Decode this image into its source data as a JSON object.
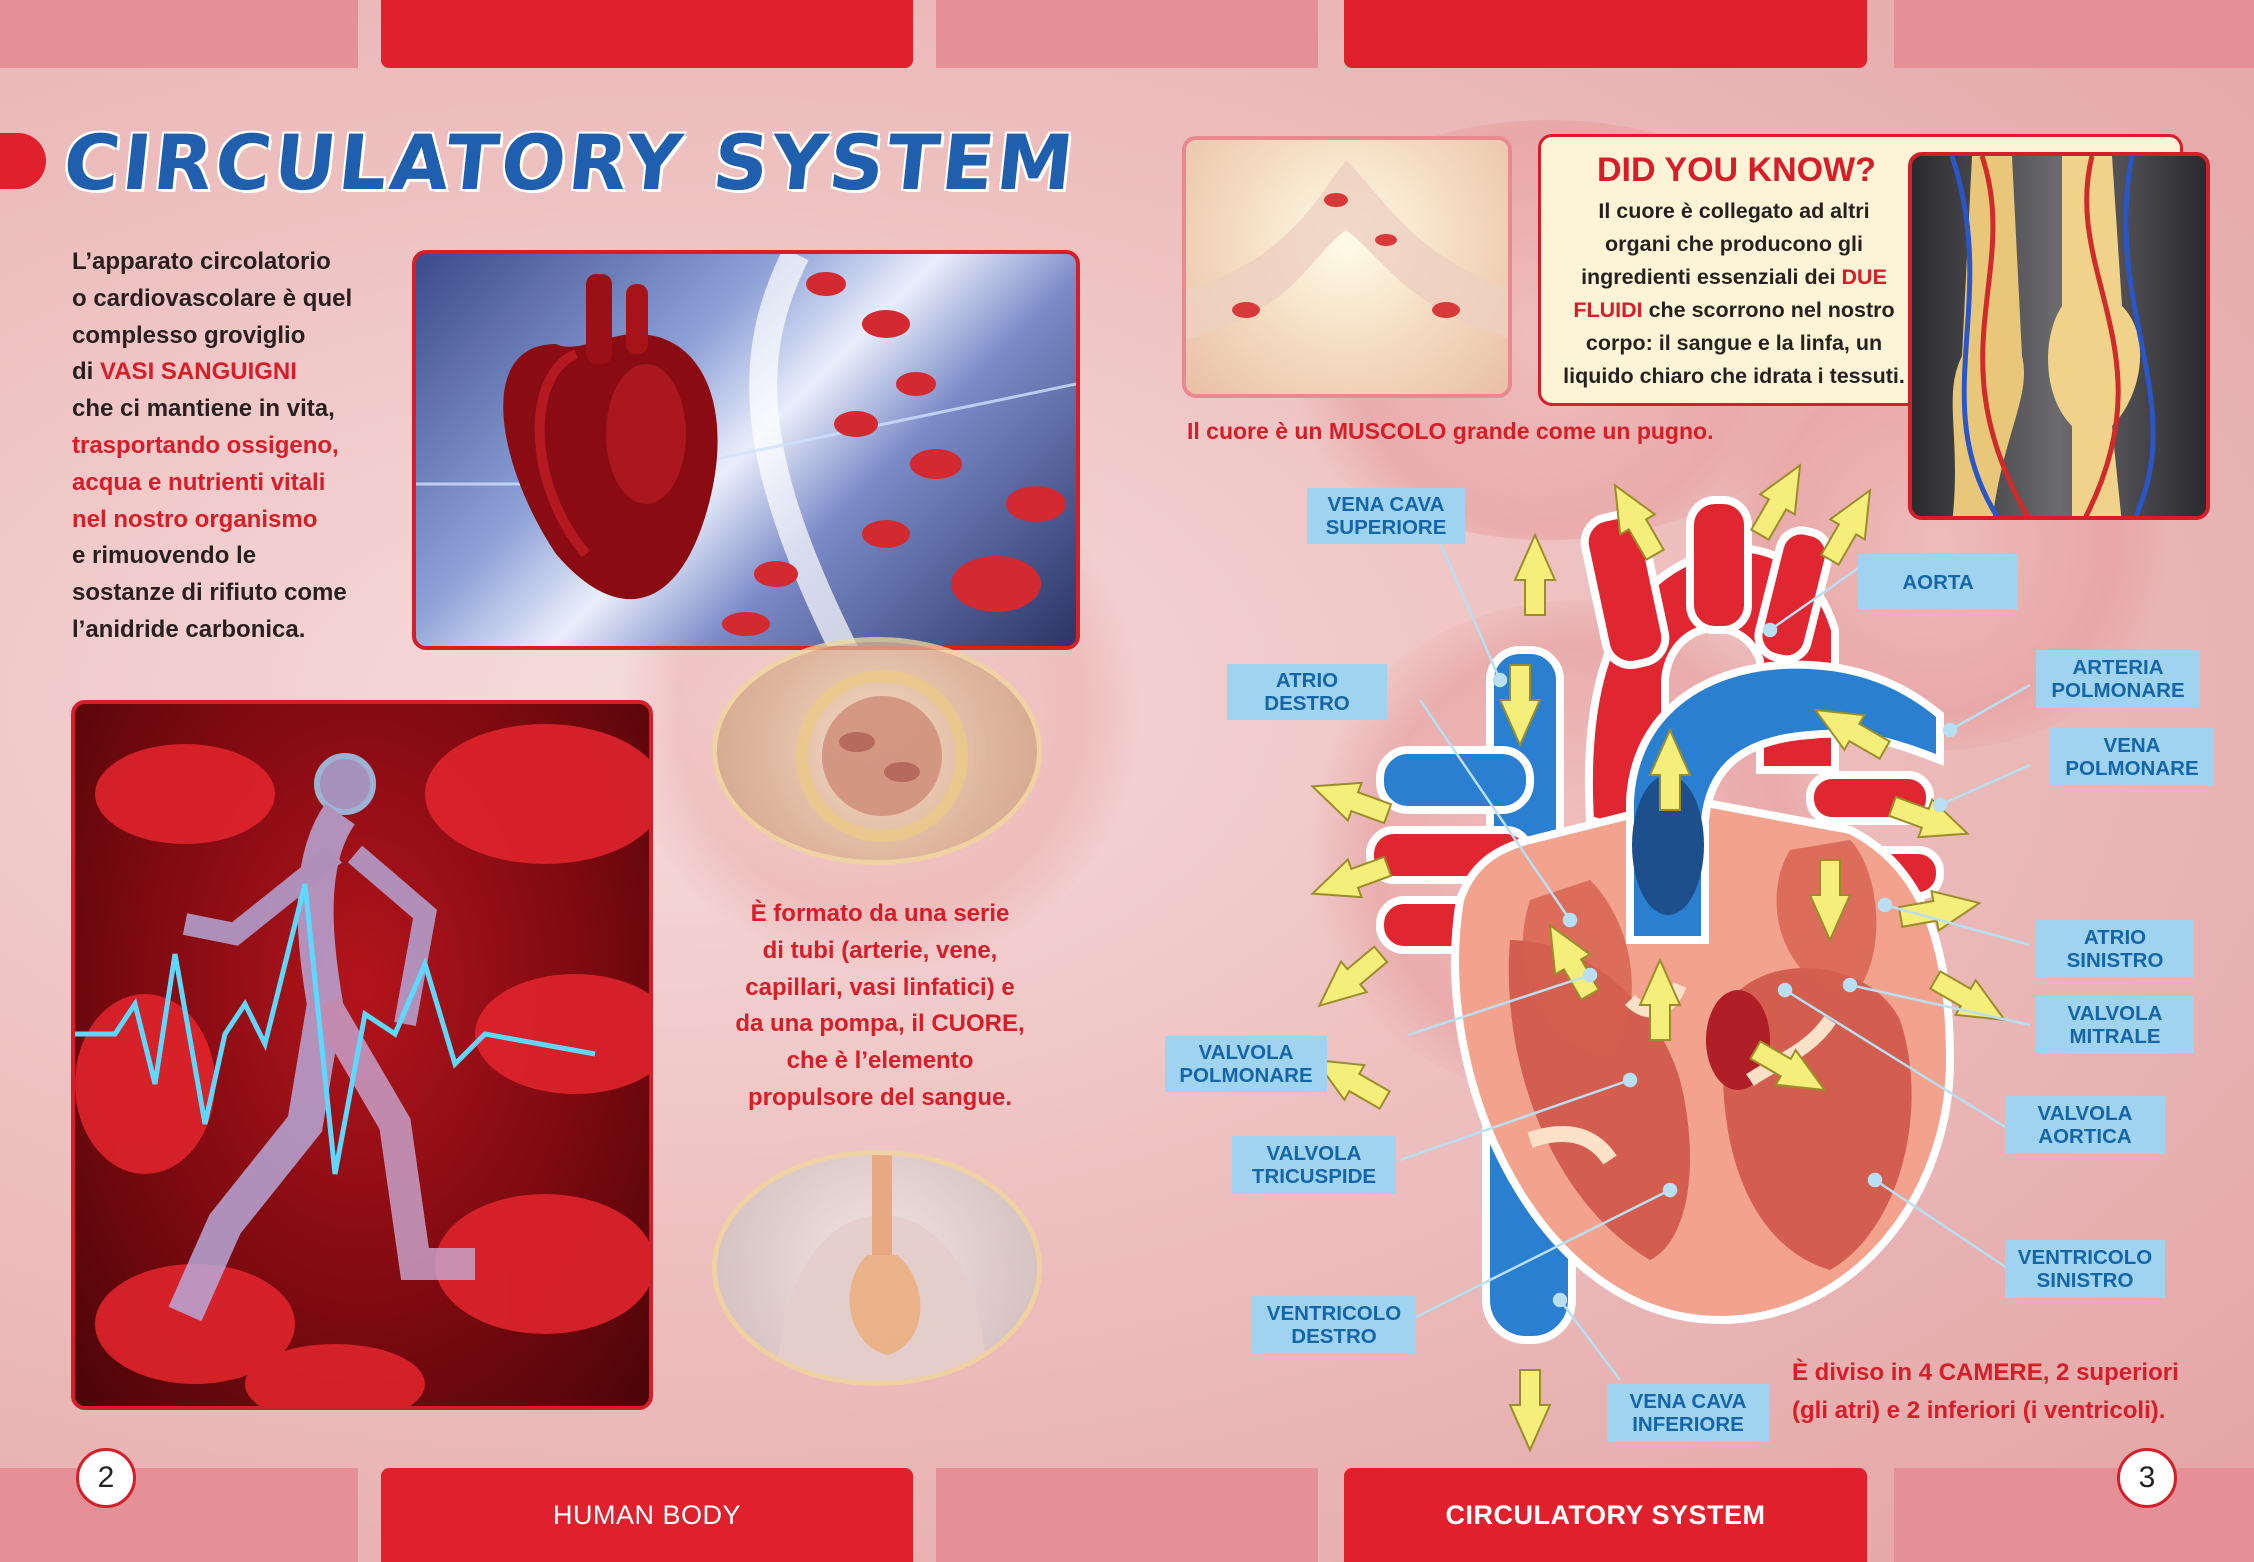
{
  "page": {
    "title": "CIRCULATORY SYSTEM",
    "left_page_number": "2",
    "right_page_number": "3",
    "left_footer": "HUMAN BODY",
    "right_footer": "CIRCULATORY SYSTEM"
  },
  "intro": {
    "line1": "L’apparato circolatorio",
    "line2": "o cardiovascolare è quel",
    "line3": "complesso groviglio",
    "line4_prefix": "di ",
    "line4_highlight": "VASI SANGUIGNI",
    "line5": "che ci mantiene in vita,",
    "line6": "trasportando ossigeno,",
    "line7": "acqua e nutrienti vitali",
    "line8": "nel nostro organismo",
    "line9": "e rimuovendo le",
    "line10": "sostanze di rifiuto come",
    "line11": "l’anidride carbonica."
  },
  "formato": {
    "line1": "È formato da una serie",
    "line2": "di tubi (arterie, vene,",
    "line3": "capillari, vasi linfatici) e",
    "line4": "da una pompa, il CUORE,",
    "line5": "che è l’elemento",
    "line6": "propulsore del sangue."
  },
  "did_you_know": {
    "heading": "DID YOU KNOW?",
    "line1": "Il cuore è collegato ad altri",
    "line2": "organi che producono gli",
    "line3_prefix": "ingredienti essenziali dei ",
    "line3_highlight": "DUE",
    "line4_highlight": "FLUIDI",
    "line4_suffix": " che scorrono nel nostro",
    "line5": "corpo: il sangue e la linfa, un",
    "line6": "liquido chiaro che idrata i tessuti."
  },
  "muscolo": "Il cuore è un MUSCOLO grande come un pugno.",
  "camere": {
    "line1": "È diviso in 4 CAMERE, 2 superiori",
    "line2": "(gli atri) e 2 inferiori (i ventricoli)."
  },
  "labels": {
    "vena_cava_superiore": [
      "VENA CAVA",
      "SUPERIORE"
    ],
    "atrio_destro": [
      "ATRIO",
      "DESTRO"
    ],
    "valvola_polmonare": [
      "VALVOLA",
      "POLMONARE"
    ],
    "valvola_tricuspide": [
      "VALVOLA",
      "TRICUSPIDE"
    ],
    "ventricolo_destro": [
      "VENTRICOLO",
      "DESTRO"
    ],
    "vena_cava_inferiore": [
      "VENA CAVA",
      "INFERIORE"
    ],
    "aorta": [
      "AORTA"
    ],
    "arteria_polmonare": [
      "ARTERIA",
      "POLMONARE"
    ],
    "vena_polmonare": [
      "VENA",
      "POLMONARE"
    ],
    "atrio_sinistro": [
      "ATRIO",
      "SINISTRO"
    ],
    "valvola_mitrale": [
      "VALVOLA",
      "MITRALE"
    ],
    "valvola_aortica": [
      "VALVOLA",
      "AORTICA"
    ],
    "ventricolo_sinistro": [
      "VENTRICOLO",
      "SINISTRO"
    ]
  },
  "colors": {
    "accent_red": "#d61d28",
    "title_blue": "#1f5fae",
    "label_bg": "#9fd3ef",
    "label_text": "#1566a8",
    "artery_red": "#e02630",
    "vein_blue": "#2a7fd0",
    "arrow_yellow": "#f6ee7a"
  }
}
